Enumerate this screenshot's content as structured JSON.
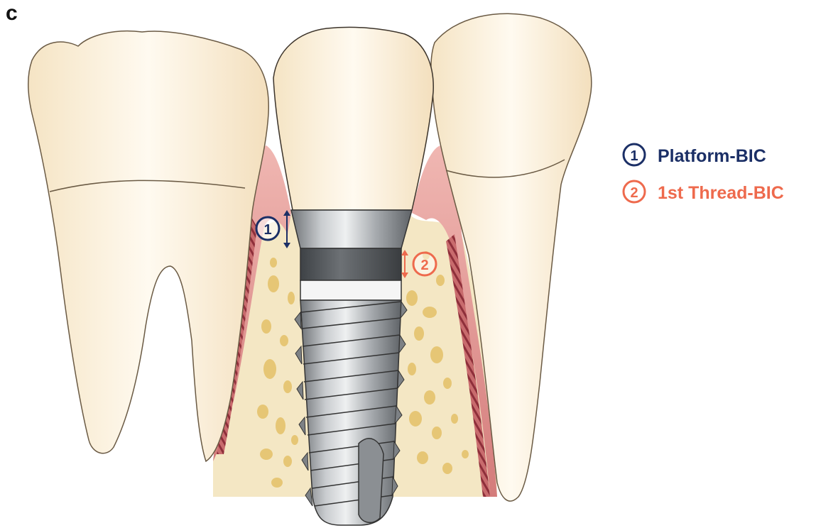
{
  "panel_label": "c",
  "legend": [
    {
      "number": "1",
      "label": "Platform-BIC",
      "color": "#1b2f66"
    },
    {
      "number": "2",
      "label": "1st Thread-BIC",
      "color": "#ee6a4d"
    }
  ],
  "colors": {
    "tooth": "#f8ecd6",
    "tooth_highlight": "#fffaf0",
    "gum_light": "#e8a3a0",
    "gum_dark": "#c66a69",
    "gum_stripe": "#9e3d45",
    "bone": "#f4e7c4",
    "bone_pore": "#e3c371",
    "implant_metal": "#9fa3a7",
    "implant_collar": "#555a5e",
    "platform_marker": "#1b2f66",
    "thread_marker": "#ee6a4d"
  }
}
